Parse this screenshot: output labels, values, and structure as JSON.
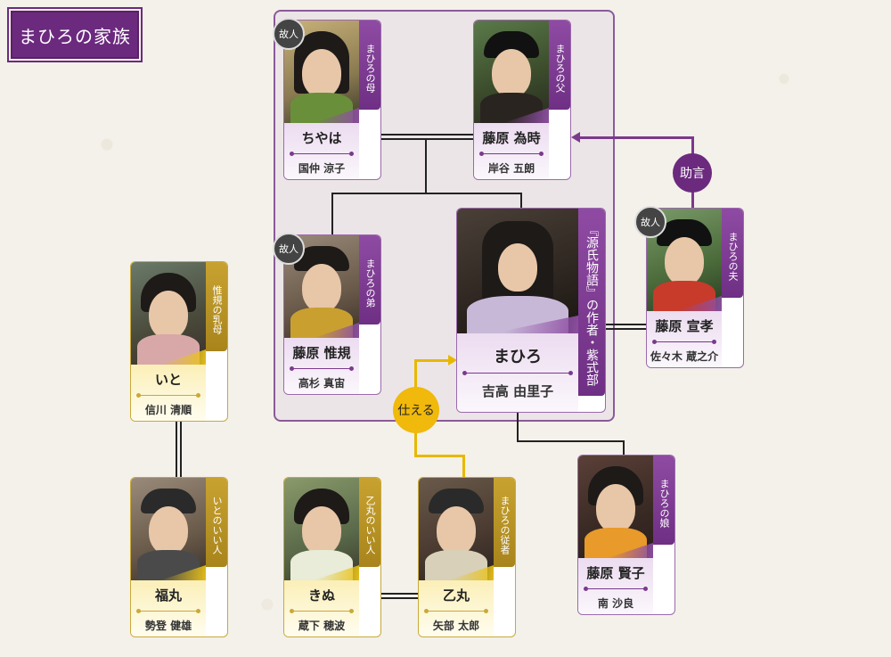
{
  "title": "まひろの家族",
  "deceased_label": "故人",
  "relations": {
    "advice": "助言",
    "serve": "仕える"
  },
  "colors": {
    "purple": "#6b2a7e",
    "gold": "#f0b90b",
    "background": "#f4f1ea"
  },
  "cards": {
    "chiyaha": {
      "role": "まひろの母",
      "name": "ちやは",
      "actor": "国仲 涼子",
      "deceased": true
    },
    "tametoki": {
      "role": "まひろの父",
      "name": "藤原 為時",
      "actor": "岸谷 五朗",
      "deceased": false
    },
    "nobunori": {
      "role": "まひろの弟",
      "name": "藤原 惟規",
      "actor": "高杉 真宙",
      "deceased": true
    },
    "mahiro": {
      "role": "『源氏物語』の作者・紫式部",
      "name": "まひろ",
      "actor": "吉高 由里子",
      "deceased": false
    },
    "nobutaka": {
      "role": "まひろの夫",
      "name": "藤原 宣孝",
      "actor": "佐々木 蔵之介",
      "deceased": true
    },
    "ito": {
      "role": "惟規の乳母",
      "name": "いと",
      "actor": "信川 清順",
      "deceased": false
    },
    "fukumaru": {
      "role": "いとのいい人",
      "name": "福丸",
      "actor": "勢登 健雄",
      "deceased": false
    },
    "kinu": {
      "role": "乙丸のいい人",
      "name": "きぬ",
      "actor": "蔵下 穂波",
      "deceased": false
    },
    "otomaru": {
      "role": "まひろの従者",
      "name": "乙丸",
      "actor": "矢部 太郎",
      "deceased": false
    },
    "kenshi": {
      "role": "まひろの娘",
      "name": "藤原 賢子",
      "actor": "南 沙良",
      "deceased": false
    }
  }
}
